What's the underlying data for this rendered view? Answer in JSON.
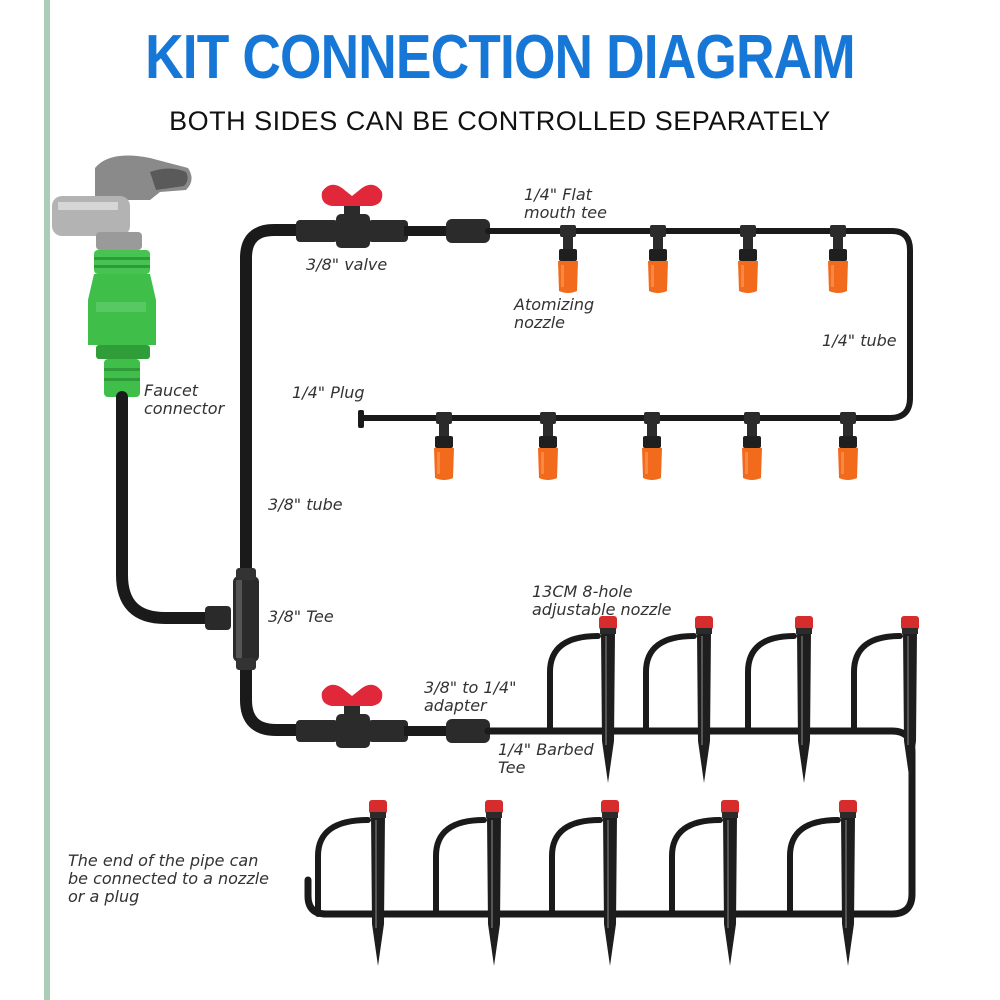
{
  "title": "KIT CONNECTION DIAGRAM",
  "subtitle": "BOTH SIDES CAN BE CONTROLLED SEPARATELY",
  "labels": {
    "faucet_connector": [
      "Faucet",
      "connector"
    ],
    "valve_top": "3/8\" valve",
    "flat_mouth_tee": [
      "1/4\" Flat",
      "mouth tee"
    ],
    "atomizing_nozzle": [
      "Atomizing",
      "nozzle"
    ],
    "tube_quarter": "1/4\" tube",
    "plug_quarter": "1/4\" Plug",
    "tube_three_eighths": "3/8\" tube",
    "tee_three_eighths": "3/8\" Tee",
    "adjustable_nozzle": [
      "13CM 8-hole",
      "adjustable nozzle"
    ],
    "adapter": [
      "3/8\" to 1/4\"",
      "adapter"
    ],
    "barbed_tee": [
      "1/4\" Barbed",
      "Tee"
    ],
    "pipe_end_note": [
      "The end of the pipe can",
      "be connected to a nozzle",
      "or a plug"
    ]
  },
  "colors": {
    "title": "#1777d6",
    "tube": "#1a1a1a",
    "faucet_connector": "#3fbf4a",
    "valve_handle": "#e0283a",
    "atomizing_nozzle": "#f26b1d",
    "nozzle_cap": "#d62c2c",
    "faucet_metal": "#a8a8a8",
    "strip": "#a9cdb6"
  },
  "icons": {
    "faucet": "faucet-icon",
    "faucet_connector": "faucet-connector-icon",
    "valve": "ball-valve-icon",
    "tee": "tee-fitting-icon",
    "mist_nozzle": "atomizing-nozzle-icon",
    "stake_nozzle": "adjustable-nozzle-stake-icon",
    "plug": "plug-icon"
  }
}
